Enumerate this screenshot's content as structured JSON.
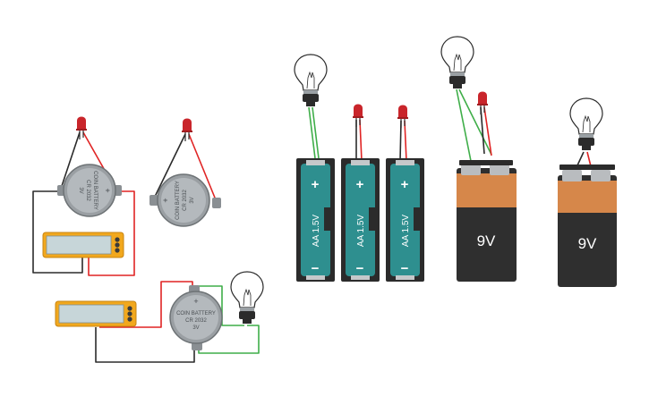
{
  "colors": {
    "wire_red": "#e02424",
    "wire_black": "#2b2b2b",
    "wire_green": "#3fae49",
    "aa_teal": "#2e8f8f",
    "aa_teal_dark": "#1f6e6e",
    "battery_9v_orange": "#d6874a",
    "battery_9v_body": "#2f2f2f",
    "multimeter_yellow": "#f2a81d",
    "multimeter_screen": "#c7d6d9",
    "coin_cell": "#9a9fa3",
    "led_red": "#c9252b"
  },
  "coin_cells": [
    {
      "label": "COIN BATTERY",
      "model": "CR 2032",
      "voltage": "3V"
    },
    {
      "label": "COIN BATTERY",
      "model": "CR 2032",
      "voltage": "3V"
    },
    {
      "label": "COIN BATTERY",
      "model": "CR 2032",
      "voltage": "3V"
    }
  ],
  "aa_batteries": [
    {
      "label": "AA 1.5V",
      "plus": "+",
      "minus": "−"
    },
    {
      "label": "AA 1.5V",
      "plus": "+",
      "minus": "−"
    },
    {
      "label": "AA 1.5V",
      "plus": "+",
      "minus": "−"
    }
  ],
  "nine_volt_batteries": [
    {
      "label": "9V"
    },
    {
      "label": "9V"
    }
  ],
  "icons": [
    "light-bulb-icon",
    "led-icon",
    "multimeter-icon"
  ]
}
